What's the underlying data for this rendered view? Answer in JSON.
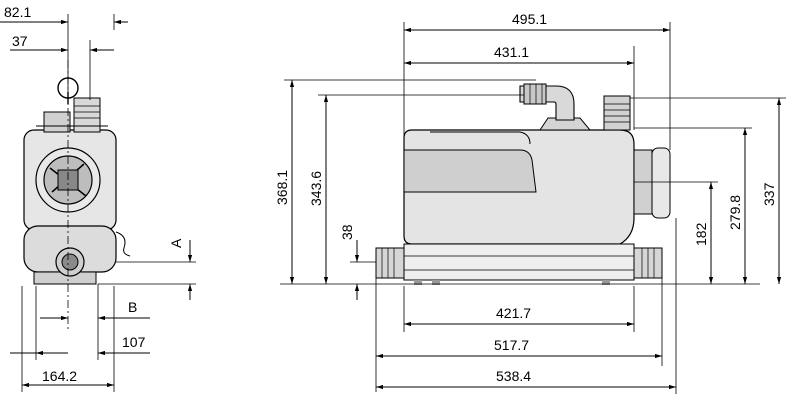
{
  "side_view": {
    "dim_top": "82.1",
    "dim_inner": "37",
    "label_a": "A",
    "label_b": "B",
    "dim_107": "107",
    "dim_width": "164.2"
  },
  "front_view": {
    "dim_495": "495.1",
    "dim_431": "431.1",
    "dim_368": "368.1",
    "dim_343": "343.6",
    "dim_38": "38",
    "dim_182": "182",
    "dim_279": "279.8",
    "dim_337": "337",
    "dim_421": "421.7",
    "dim_517": "517.7",
    "dim_538": "538.4"
  },
  "colors": {
    "body_fill": "#e6e6e6",
    "dark_fill": "#3a3a3a",
    "line": "#000000"
  }
}
